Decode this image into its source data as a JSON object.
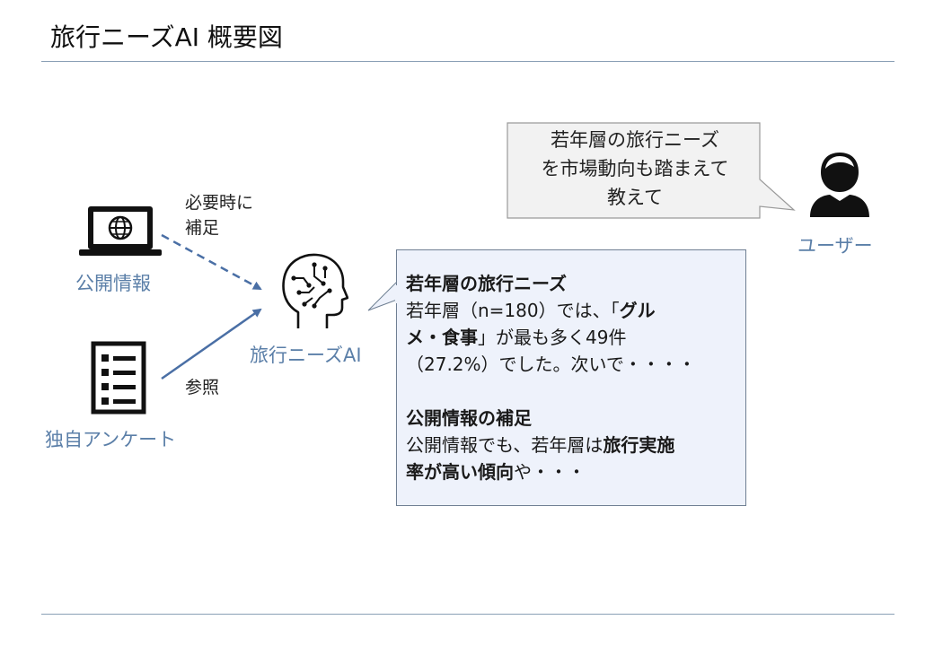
{
  "title": "旅行ニーズAI 概要図",
  "sources": {
    "public_info": "公開情報",
    "survey": "独自アンケート"
  },
  "ai_label": "旅行ニーズAI",
  "user_label": "ユーザー",
  "edge_labels": {
    "supplement_line1": "必要時に",
    "supplement_line2": "補足",
    "reference": "参照"
  },
  "question": {
    "line1": "若年層の旅行ニーズ",
    "line2": "を市場動向も踏まえて",
    "line3": "教えて"
  },
  "answer": {
    "heading1": "若年層の旅行ニーズ",
    "p1_a": "若年層（n=180）では、「",
    "p1_b": "グル",
    "p1_c": "メ・食事",
    "p1_d": "」が最も多く49件",
    "p1_e": "（27.2%）でした。次いで・・・・",
    "heading2": "公開情報の補足",
    "p2_a": "公開情報でも、若年層は",
    "p2_b": "旅行実施",
    "p2_c": "率が高い傾向",
    "p2_d": "や・・・"
  },
  "colors": {
    "accent": "#5b7fa8",
    "arrow": "#4a6fa5",
    "answer_bg": "#eef2fb",
    "bubble_bg": "#f2f2f2"
  }
}
